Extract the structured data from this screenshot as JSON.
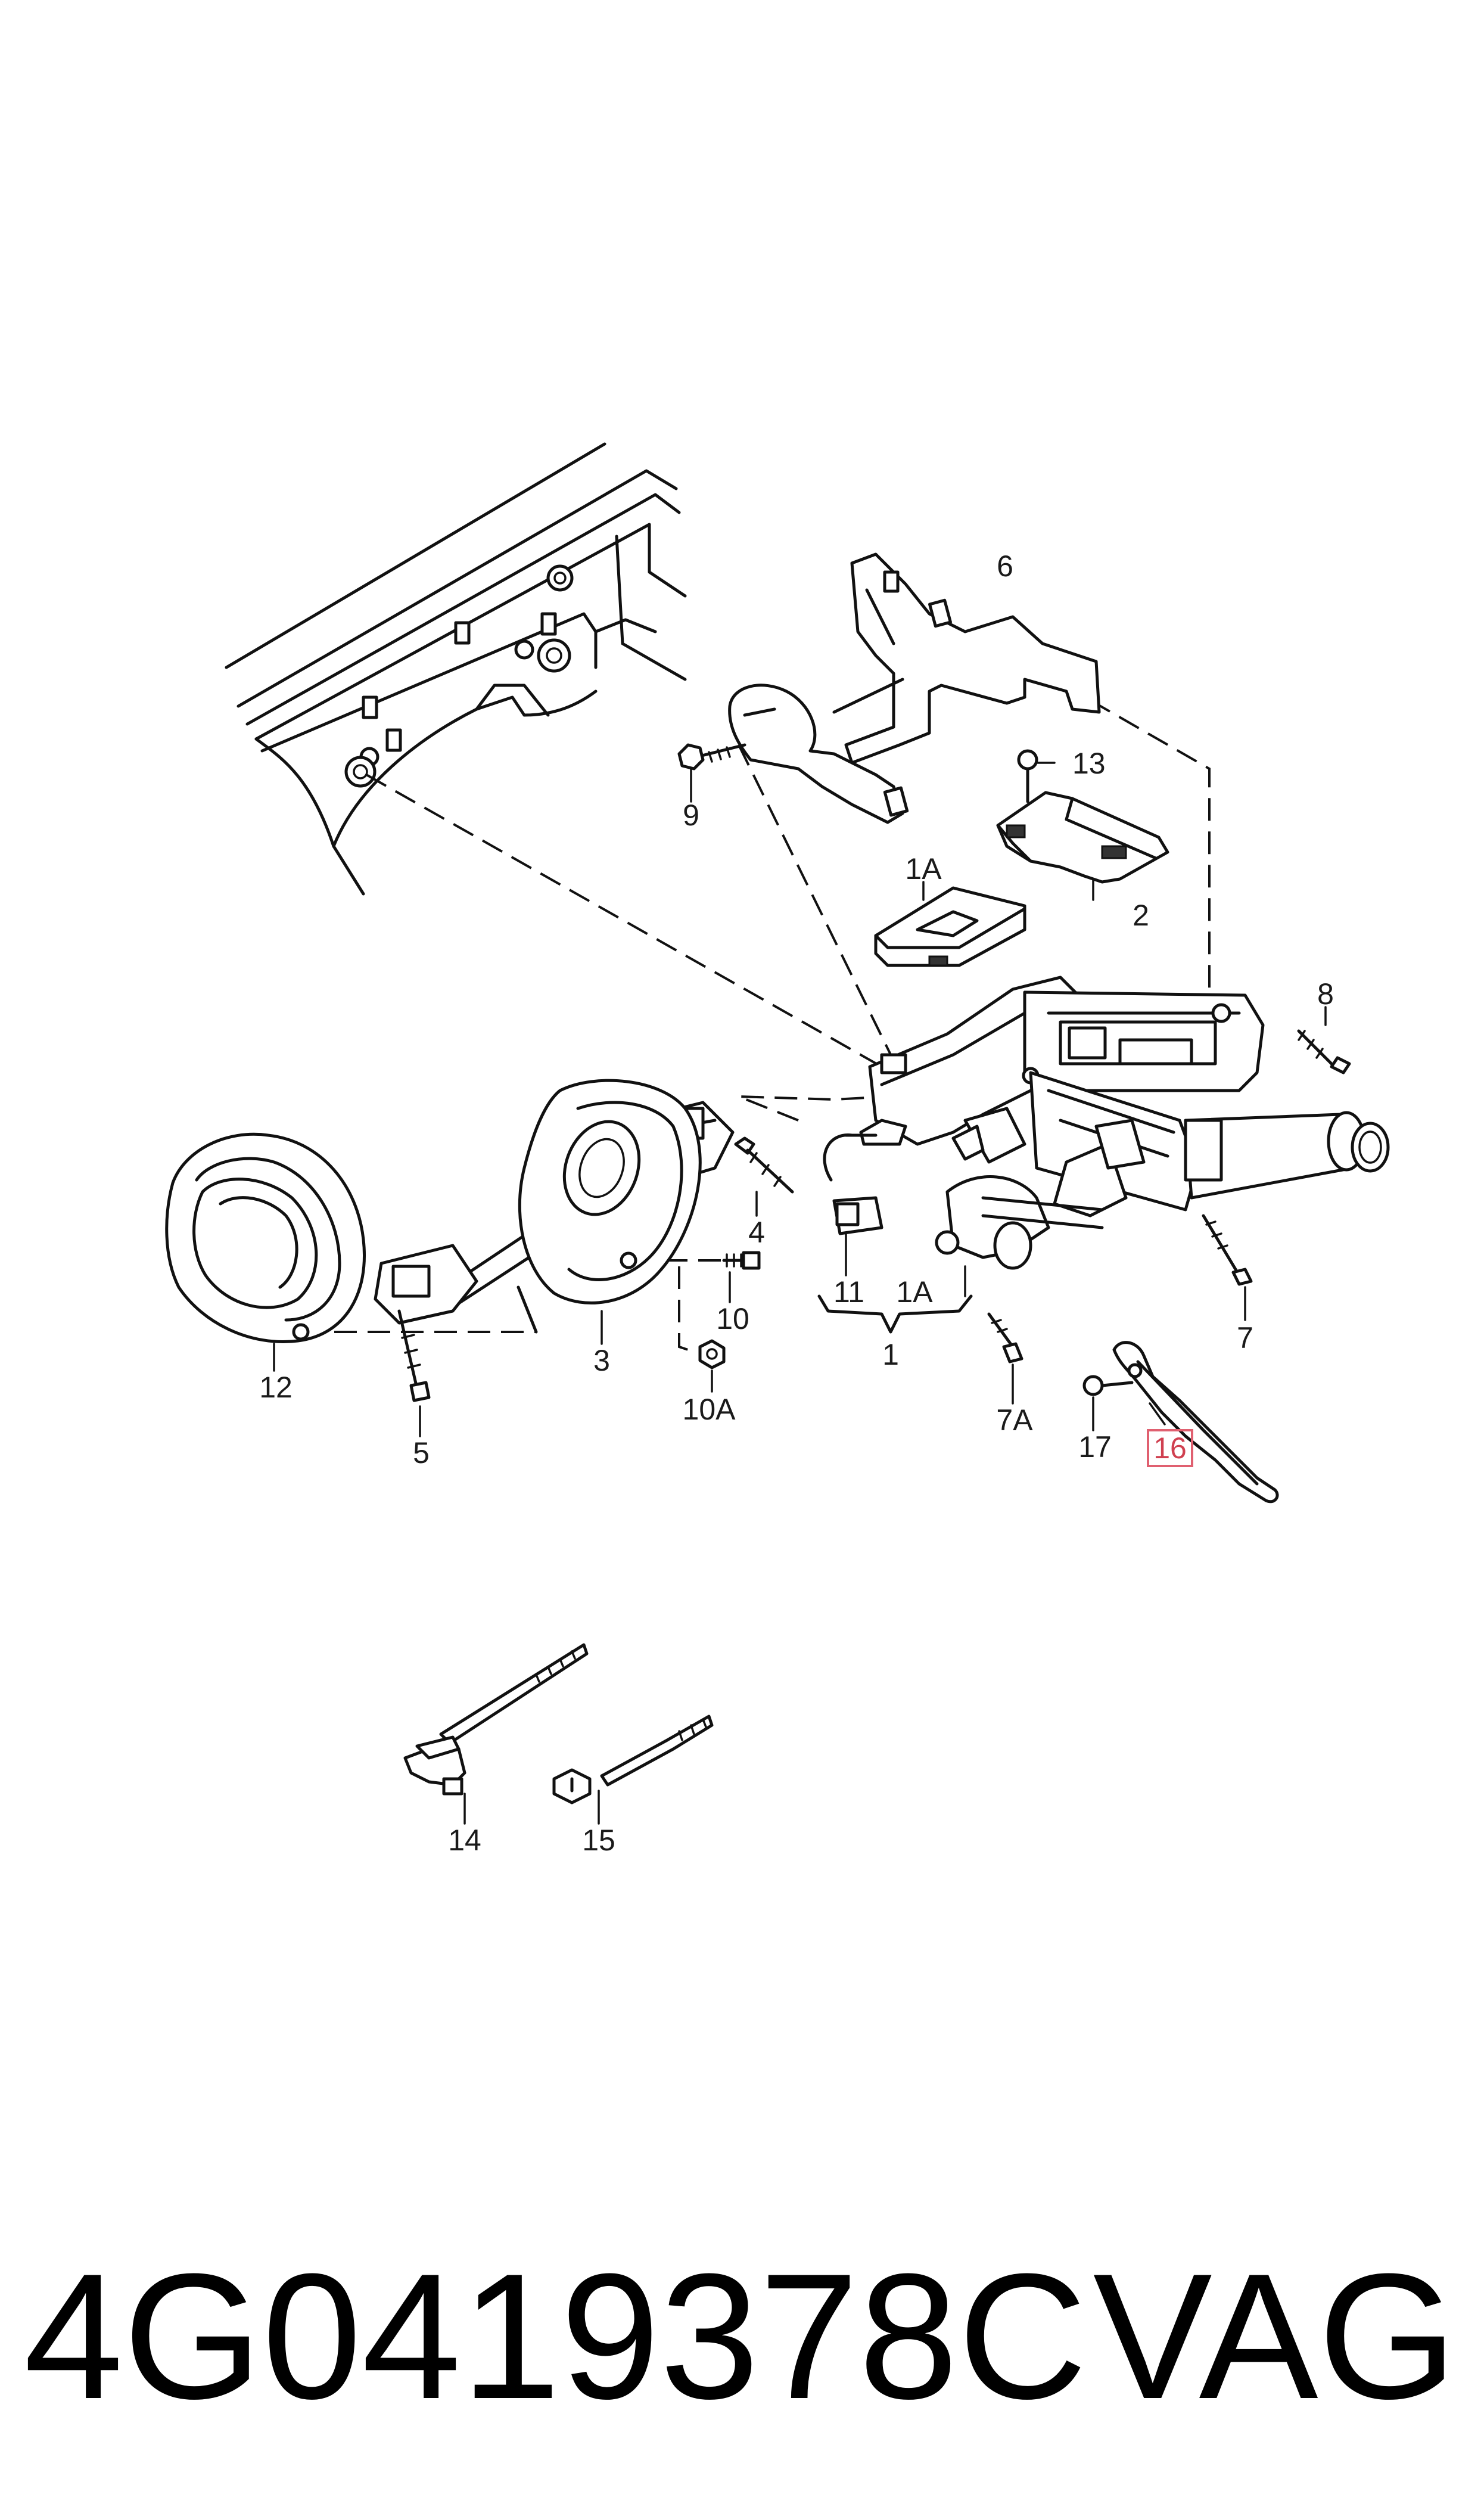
{
  "diagram": {
    "labels": {
      "p1": "1",
      "p1A_top": "1A",
      "p1A_bottom": "1A",
      "p2": "2",
      "p3": "3",
      "p4": "4",
      "p5": "5",
      "p6": "6",
      "p7": "7",
      "p7A": "7A",
      "p8": "8",
      "p9": "9",
      "p10": "10",
      "p10A": "10A",
      "p11": "11",
      "p12": "12",
      "p13": "13",
      "p14": "14",
      "p15": "15",
      "p16": "16",
      "p17": "17"
    },
    "highlighted_label": "16",
    "highlight_color": "#e06070"
  },
  "footer": {
    "part_number": "4G0419378C",
    "brand": "VAG"
  }
}
